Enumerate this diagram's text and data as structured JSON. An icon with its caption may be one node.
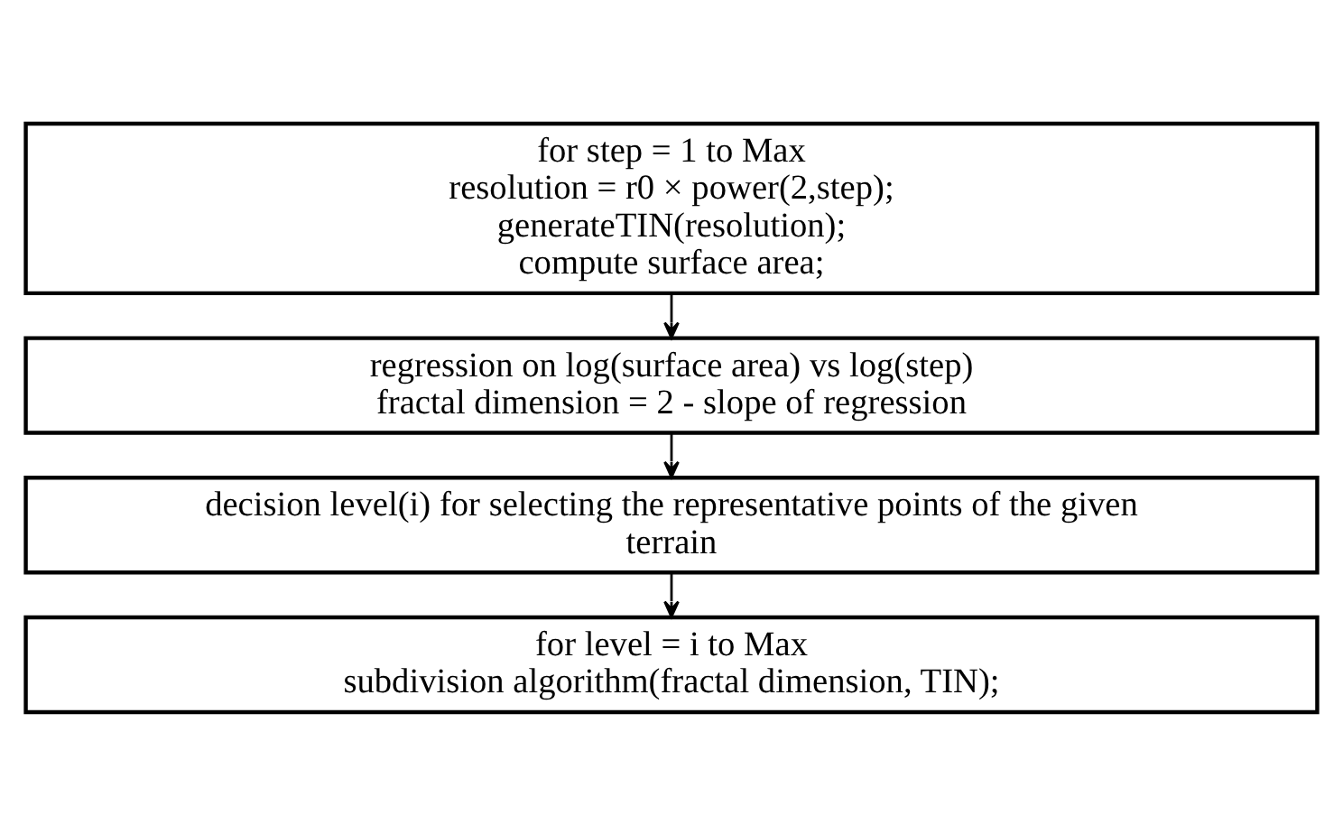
{
  "diagram": {
    "nodes": [
      {
        "text": [
          "for step = 1 to Max",
          "resolution = r0 × power(2,step);",
          "generateTIN(resolution);",
          "compute surface area;"
        ]
      },
      {
        "text": [
          "regression on log(surface area) vs log(step)",
          "fractal dimension = 2 - slope of regression"
        ]
      },
      {
        "text": [
          "decision level(i) for selecting the representative points of the given terrain"
        ]
      },
      {
        "text": [
          "for level = i to Max",
          "subdivision algorithm(fractal dimension, TIN);"
        ]
      }
    ],
    "edges": [
      {
        "from": 0,
        "to": 1,
        "arrow": "to"
      },
      {
        "from": 1,
        "to": 2,
        "arrow": "to"
      },
      {
        "from": 2,
        "to": 3,
        "arrow": "to"
      }
    ]
  }
}
